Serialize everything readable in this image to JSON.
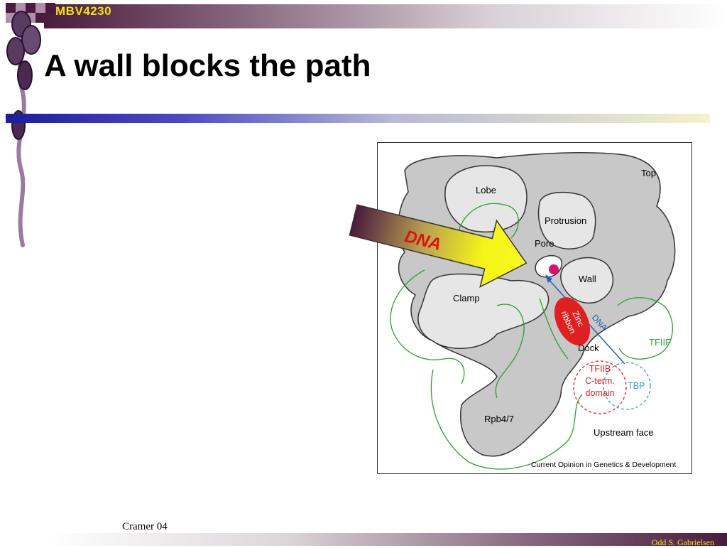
{
  "header": {
    "course_code": "MBV4230"
  },
  "slide": {
    "title": "A wall blocks the path"
  },
  "footer": {
    "citation": "Cramer 04",
    "author": "Odd S. Gabrielsen"
  },
  "figure": {
    "labels": {
      "top": "Top",
      "lobe": "Lobe",
      "protrusion": "Protrusion",
      "pore": "Pore",
      "wall": "Wall",
      "clamp": "Clamp",
      "zinc_line1": "Zinc",
      "zinc_line2": "ribbon",
      "dna_strand": "DNA",
      "dock": "Dock",
      "tfiif": "TFIIF",
      "tfiib_line1": "TFIIB",
      "tfiib_line2": "C-term.",
      "tfiib_line3": "domain",
      "tbp": "TBP",
      "rpb47": "Rpb4/7",
      "upstream_face": "Upstream face",
      "source": "Current Opinion in Genetics & Development"
    },
    "arrow_label": "DNA",
    "colors": {
      "protein_fill": "#c8c8c8",
      "domain_fill": "#e6e6e6",
      "green_outline": "#2aa02a",
      "red": "#e02020",
      "blue": "#2060c0",
      "cyan": "#30a0d0",
      "magenta": "#e0106a",
      "arrow_yellow": "#f5f516",
      "arrow_dark": "#4a1b3e"
    }
  }
}
